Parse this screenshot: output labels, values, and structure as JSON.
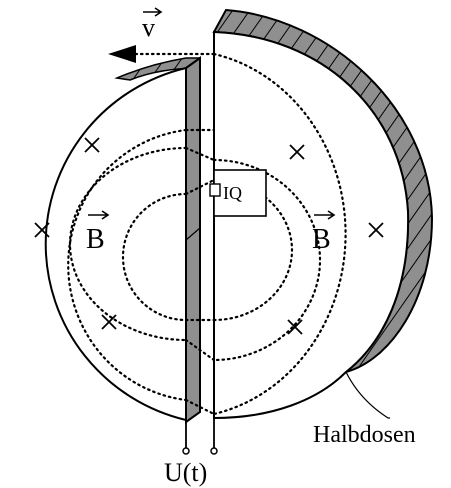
{
  "labels": {
    "velocity": "v",
    "field_left": "B",
    "field_right": "B",
    "ion_source": "IQ",
    "voltage": "U(t)",
    "half_dees": "Halbdosen"
  },
  "colors": {
    "wall_fill": "#8f8f8f",
    "line": "#000000",
    "background": "#ffffff"
  },
  "icons": {
    "field_into_page": "cross-icon",
    "velocity_arrow": "arrow-left-icon"
  }
}
